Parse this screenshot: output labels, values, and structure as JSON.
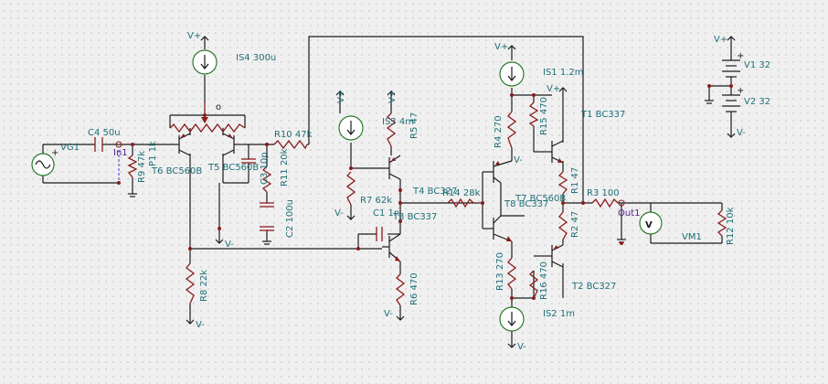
{
  "components": {
    "is4": "IS4 300u",
    "c4": "C4 50u",
    "vg1": "VG1",
    "in1": "In1",
    "r9": "R9 47k",
    "p1": "P1 1k",
    "t6": "T6 BC560B",
    "t5": "T5 BC560B",
    "r10": "R10 47k",
    "c3": "C3 10p",
    "r11": "R11 20k",
    "c2": "C2 100u",
    "r8": "R8 22k",
    "r7": "R7 62k",
    "is3": "IS3 4m",
    "r5": "R5 47",
    "t4": "T4 BC327",
    "t3": "T3 BC337",
    "c1": "C1 1n",
    "r6": "R6 470",
    "r14": "R14 28k",
    "is1": "IS1 1.2m",
    "r4": "R4 270",
    "r15": "R15 470",
    "t1": "T1 BC337",
    "t7": "T7 BC560B",
    "t8": "T8 BC337",
    "r1": "R1 47",
    "r2": "R2 47",
    "r3": "R3 100",
    "out1": "Out1",
    "vm1": "VM1",
    "r12": "R12 10k",
    "r13": "R13 270",
    "r16": "R16 470",
    "t2": "T2 BC327",
    "is2": "IS2 1m",
    "v1": "V1 32",
    "v2": "V2 32"
  },
  "supply": {
    "plus": "V+",
    "minus": "V-",
    "pot_mark": "o"
  }
}
